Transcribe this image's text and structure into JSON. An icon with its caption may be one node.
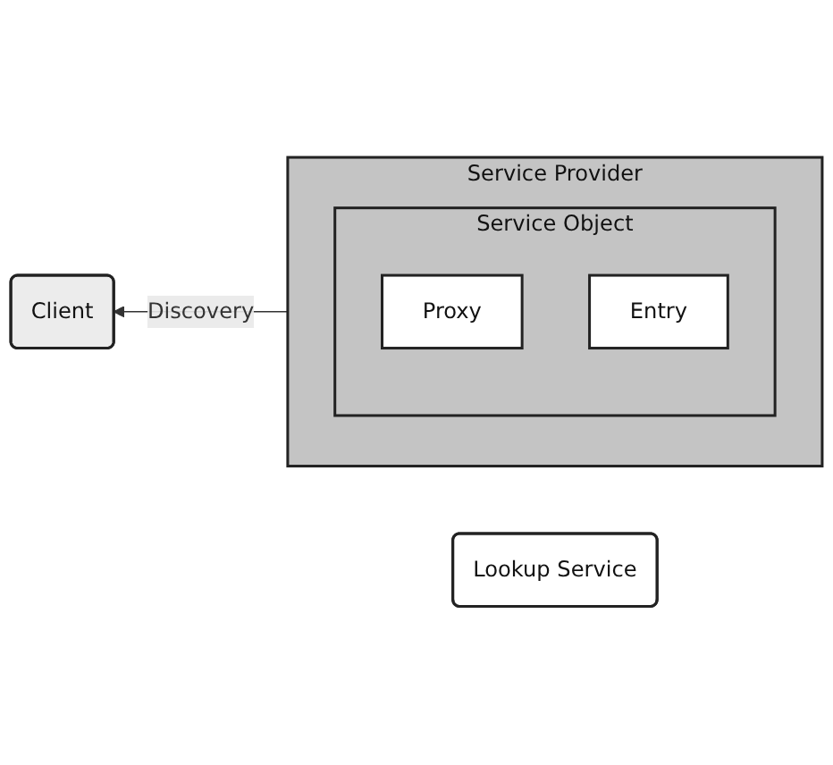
{
  "diagram": {
    "nodes": [
      {
        "text": [
          "Lookup Service"
        ]
      },
      {
        "text": [
          "Client"
        ]
      },
      {
        "text": [
          "Service Provider"
        ]
      },
      {
        "text": [
          "Service Object"
        ],
        "in": 2
      },
      {
        "text": [
          "Proxy"
        ],
        "in": 3
      },
      {
        "text": [
          "Entry"
        ],
        "in": 3
      }
    ],
    "edges": [
      {
        "from": 2,
        "to": 1,
        "arrow": "to",
        "label": "Discovery"
      }
    ]
  }
}
